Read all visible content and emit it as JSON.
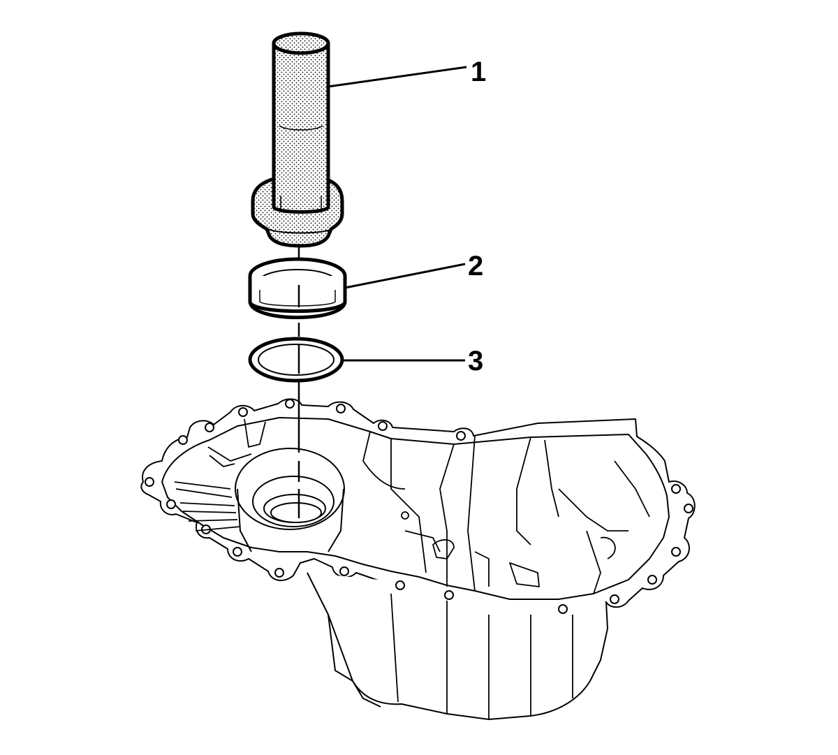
{
  "figure": {
    "callouts": [
      {
        "number": "1",
        "part": "installer-tool"
      },
      {
        "number": "2",
        "part": "bearing-cup"
      },
      {
        "number": "3",
        "part": "shim"
      }
    ],
    "colors": {
      "line": "#000000",
      "background": "#ffffff",
      "stipple": "#000000"
    }
  }
}
